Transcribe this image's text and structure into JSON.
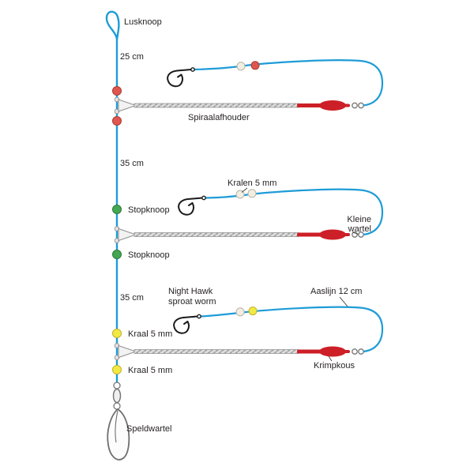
{
  "diagram": {
    "labels": {
      "lusknoop": "Lusknoop",
      "distance_top": "25 cm",
      "spiraalafhouder": "Spiraalafhouder",
      "distance_middle": "35 cm",
      "stopknoop_upper": "Stopknoop",
      "kralen": "Kralen 5 mm",
      "kleine_wartel_1": "Kleine",
      "kleine_wartel_2": "wartel",
      "stopknoop_lower": "Stopknoop",
      "distance_bottom": "35 cm",
      "night_hawk_1": "Night Hawk",
      "night_hawk_2": "sproat worm",
      "aaslijn": "Aaslijn 12 cm",
      "kraal_upper": "Kraal 5 mm",
      "krimpkous": "Krimpkous",
      "kraal_lower": "Kraal 5 mm",
      "speldwartel": "Speldwartel"
    },
    "colors": {
      "line_blue": "#1e9cd7",
      "bead_red": "#e0564e",
      "bead_green": "#44a753",
      "bead_yellow": "#f2e943",
      "bead_pearl": "#f3eee2",
      "sleeve_red": "#cd1f27",
      "wire_gray": "#dcdcdc",
      "hook_black": "#1a1a1a",
      "text_black": "#231f20"
    }
  }
}
